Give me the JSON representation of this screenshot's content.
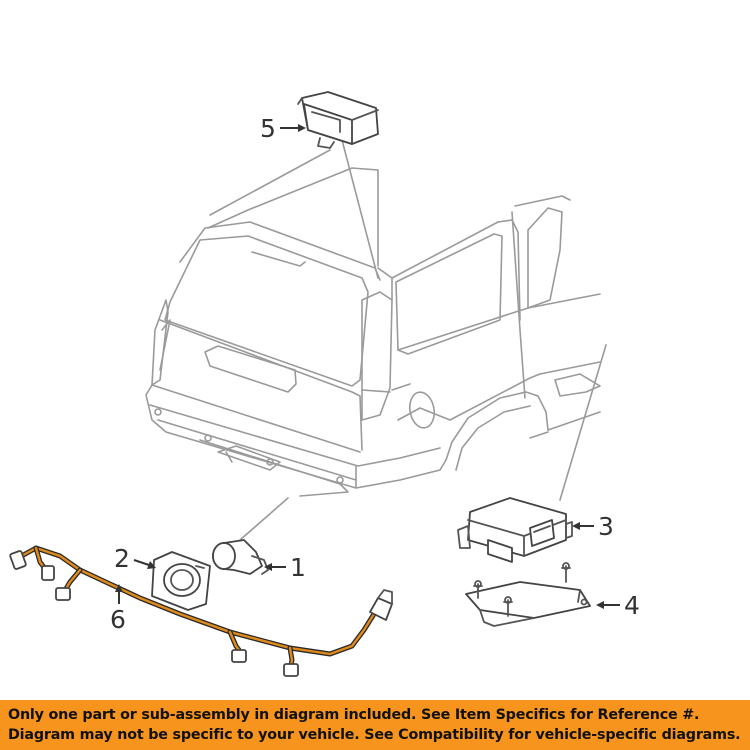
{
  "callouts": {
    "c1": "1",
    "c2": "2",
    "c3": "3",
    "c4": "4",
    "c5": "5",
    "c6": "6"
  },
  "parts": {
    "p1": "ultrasonic-sensor",
    "p2": "sensor-bezel",
    "p3": "control-module",
    "p4": "module-bracket",
    "p5": "relay-module",
    "p6": "wiring-harness"
  },
  "colors": {
    "banner_bg": "#f7941d",
    "harness": "#e08a1c",
    "vehicle_lines": "#9a9a9a"
  },
  "banner": {
    "line1": "Only one part or sub-assembly in diagram included. See Item Specifics for Reference #.",
    "line2": "Diagram may not be specific to your vehicle. See Compatibility for vehicle-specific diagrams."
  }
}
